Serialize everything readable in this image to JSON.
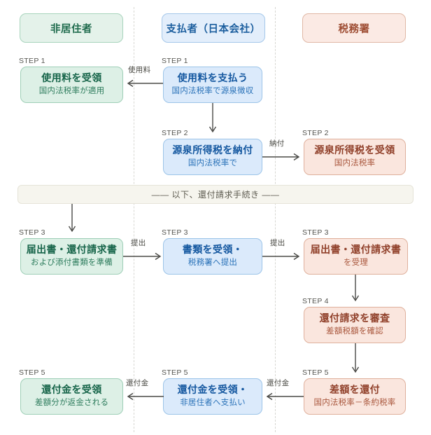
{
  "lanes": [
    {
      "id": "nonresident",
      "label": "非居住者",
      "style": "green"
    },
    {
      "id": "payer",
      "label": "支払者（日本会社）",
      "style": "blue"
    },
    {
      "id": "tax-office",
      "label": "税務署",
      "style": "red"
    }
  ],
  "divider": {
    "label": "—— 以下、還付請求手続き ——"
  },
  "nodes": [
    {
      "id": "n1",
      "step": "STEP 1",
      "title": "使用料を受領",
      "sub": "国内法税率が適用",
      "style": "green",
      "lane": "nonresident"
    },
    {
      "id": "n2",
      "step": "STEP 1",
      "title": "使用料を支払う",
      "sub": "国内法税率で源泉徴収",
      "style": "blue",
      "lane": "payer"
    },
    {
      "id": "n3",
      "step": "STEP 2",
      "title": "源泉所得税を納付",
      "sub": "国内法税率で",
      "style": "blue",
      "lane": "payer"
    },
    {
      "id": "n4",
      "step": "STEP 2",
      "title": "源泉所得税を受領",
      "sub": "国内法税率",
      "style": "red",
      "lane": "tax-office"
    },
    {
      "id": "n5",
      "step": "STEP 3",
      "title": "届出書・還付請求書",
      "sub": "および添付書類を準備",
      "style": "green",
      "lane": "nonresident"
    },
    {
      "id": "n6",
      "step": "STEP 3",
      "title": "書類を受領・",
      "sub": "税務署へ提出",
      "style": "blue",
      "lane": "payer"
    },
    {
      "id": "n7",
      "step": "STEP 3",
      "title": "届出書・還付請求書",
      "sub": "を受理",
      "style": "red",
      "lane": "tax-office"
    },
    {
      "id": "n8",
      "step": "STEP 4",
      "title": "還付請求を審査",
      "sub": "差額税額を確認",
      "style": "red",
      "lane": "tax-office"
    },
    {
      "id": "n9",
      "step": "STEP 5",
      "title": "還付金を受領",
      "sub": "差額分が返金される",
      "style": "green",
      "lane": "nonresident"
    },
    {
      "id": "n10",
      "step": "STEP 5",
      "title": "還付金を受領・",
      "sub": "非居住者へ支払い",
      "style": "blue",
      "lane": "payer"
    },
    {
      "id": "n11",
      "step": "STEP 5",
      "title": "差額を還付",
      "sub": "国内法税率－条約税率",
      "style": "red",
      "lane": "tax-office"
    }
  ],
  "arrow_labels": {
    "royalty": "使用料",
    "payment": "納付",
    "submit_1": "提出",
    "submit_2": "提出",
    "refund_1": "還付金",
    "refund_2": "還付金"
  },
  "colors": {
    "green_fill": "#ddf0e6",
    "green_border": "#9fcfb7",
    "green_text": "#17654a",
    "blue_fill": "#dbeafb",
    "blue_border": "#9cc4e8",
    "blue_text": "#1558a0",
    "red_fill": "#fae6de",
    "red_border": "#dfb09c",
    "red_text": "#90402a",
    "arrow": "#4a4a47",
    "divider_fill": "#f6f5ee",
    "background": "#ffffff"
  }
}
